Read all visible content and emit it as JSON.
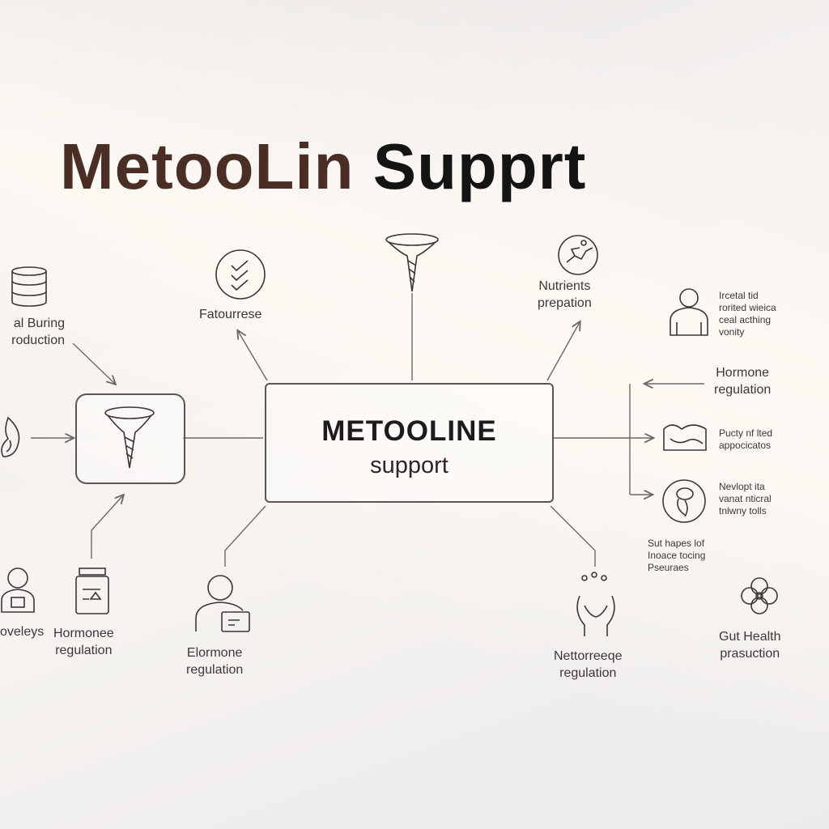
{
  "title": {
    "part1": "MetooLin",
    "part2": "Supprt"
  },
  "center": {
    "line1": "METOOLINE",
    "line2": "support"
  },
  "nodes": {
    "top_left": {
      "lines": [
        "Fatourrese"
      ],
      "icon": "check-stack-icon"
    },
    "top_center": {
      "icon": "funnel-drill-icon"
    },
    "top_right": {
      "lines": [
        "Nutrients",
        "prepation"
      ],
      "icon": "runner-circle-icon"
    },
    "left_top": {
      "lines": [
        "al Buring",
        "roduction"
      ],
      "icon": "database-icon"
    },
    "left_mid": {
      "icon": "flame-icon"
    },
    "left_box": {
      "icon": "funnel-drill-icon"
    },
    "bottom_left_a": {
      "lines": [
        "oveleys"
      ],
      "icon": "person-id-icon"
    },
    "bottom_left_b": {
      "lines": [
        "Hormonee",
        "regulation"
      ],
      "icon": "jar-icon"
    },
    "bottom_left_c": {
      "lines": [
        "Elormone",
        "regulation"
      ],
      "icon": "person-laptop-icon"
    },
    "bottom_right": {
      "lines": [
        "Nettorreeqe",
        "regulation"
      ],
      "icon": "hands-icon"
    },
    "right_person": {
      "lines": [
        "Ircetal tid",
        "rorited wieica",
        "ceal acthing",
        "vonity"
      ],
      "icon": "person-icon"
    },
    "right_hormone": {
      "lines": [
        "Hormone",
        "regulation"
      ]
    },
    "right_food": {
      "lines": [
        "Pucty nf lted",
        "appocicatos"
      ],
      "icon": "bread-icon"
    },
    "right_pan": {
      "lines": [
        "Nevlopt ita",
        "vanat nticral",
        "tnlwny tolls"
      ],
      "icon": "pan-circle-icon"
    },
    "right_gut_note": {
      "lines": [
        "Sut hapes lof",
        "Inoace tocing",
        "Pseuraes"
      ]
    },
    "right_gut": {
      "lines": [
        "Gut Health",
        "prasuction"
      ],
      "icon": "flower-icon"
    }
  }
}
